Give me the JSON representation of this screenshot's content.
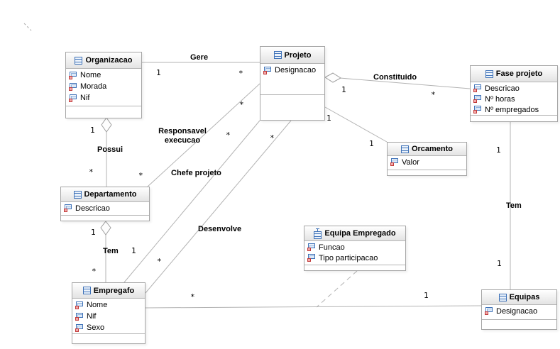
{
  "diagram": {
    "classes": [
      {
        "name": "Organizacao",
        "attributes": [
          "Nome",
          "Morada",
          "Nif"
        ]
      },
      {
        "name": "Projeto",
        "attributes": [
          "Designacao"
        ]
      },
      {
        "name": "Fase projeto",
        "attributes": [
          "Descricao",
          "Nº horas",
          "Nº empregados"
        ]
      },
      {
        "name": "Orcamento",
        "attributes": [
          "Valor"
        ]
      },
      {
        "name": "Departamento",
        "attributes": [
          "Descricao"
        ]
      },
      {
        "name": "Equipa Empregado",
        "attributes": [
          "Funcao",
          "Tipo participacao"
        ]
      },
      {
        "name": "Empregafo",
        "attributes": [
          "Nome",
          "Nif",
          "Sexo"
        ]
      },
      {
        "name": "Equipas",
        "attributes": [
          "Designacao"
        ]
      }
    ],
    "associations": [
      {
        "label": "Gere",
        "from": "Organizacao",
        "to": "Projeto",
        "from_mult": "1",
        "to_mult": "*"
      },
      {
        "label": "Possui",
        "from": "Organizacao",
        "to": "Departamento",
        "from_mult": "1",
        "to_mult": "*",
        "aggregation_at": "Organizacao"
      },
      {
        "label": "Responsavel execucao",
        "from": "Projeto",
        "to": "Departamento",
        "from_mult": "*",
        "to_mult": "*"
      },
      {
        "label": "Chefe projeto",
        "from": "Projeto",
        "to": "Empregafo",
        "from_mult": "*",
        "to_mult": "1"
      },
      {
        "label": "Desenvolve",
        "from": "Projeto",
        "to": "Empregafo",
        "from_mult": "*",
        "to_mult": "*"
      },
      {
        "label": "Constituido",
        "from": "Projeto",
        "to": "Fase projeto",
        "from_mult": "1",
        "to_mult": "*",
        "aggregation_at": "Projeto"
      },
      {
        "label": "",
        "from": "Projeto",
        "to": "Orcamento",
        "from_mult": "1",
        "to_mult": "1"
      },
      {
        "label": "Tem",
        "from": "Fase projeto",
        "to": "Equipas",
        "from_mult": "1",
        "to_mult": "1"
      },
      {
        "label": "Tem",
        "from": "Departamento",
        "to": "Empregafo",
        "from_mult": "1",
        "to_mult": "*",
        "aggregation_at": "Departamento"
      },
      {
        "label": "",
        "from": "Empregafo",
        "to": "Equipas",
        "from_mult": "*",
        "to_mult": "1"
      },
      {
        "label": "",
        "from": "Equipa Empregado",
        "to": "Empregafo-Equipas link",
        "style": "dashed"
      }
    ],
    "colors": {
      "line": "#b3b3b3",
      "box_border": "#a6a6a6",
      "icon_blue": "#3f72b8",
      "icon_red": "#c23b3b",
      "header_gradient_end": "#e3e3e3"
    }
  }
}
